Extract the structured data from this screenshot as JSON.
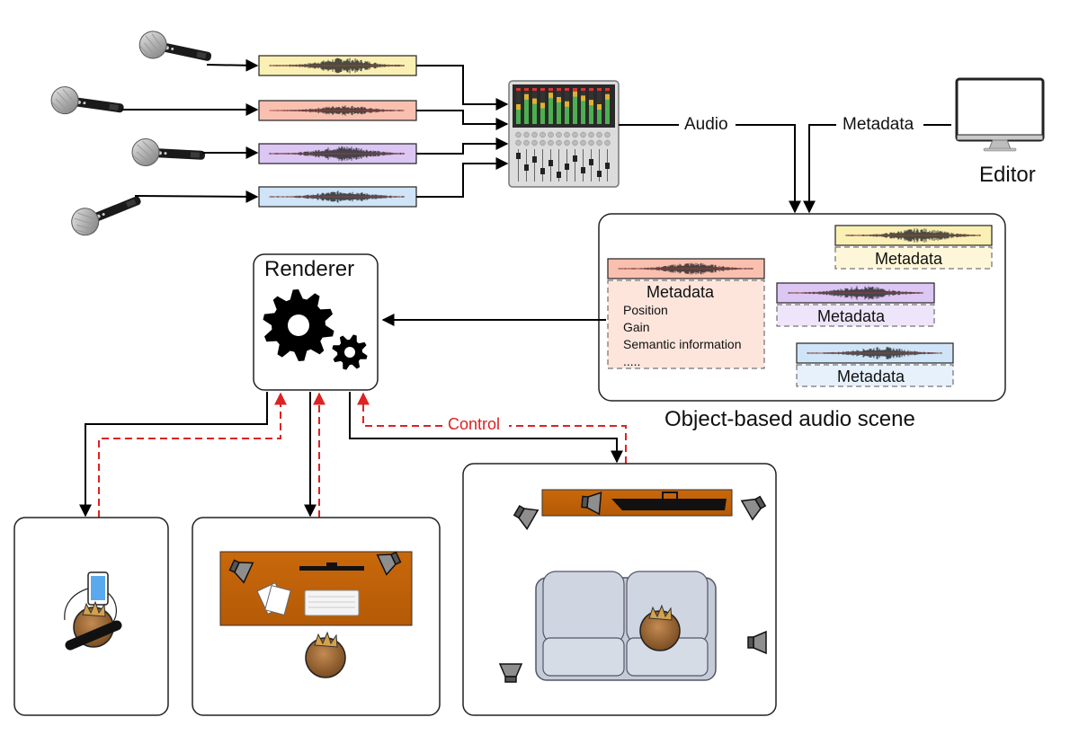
{
  "labels": {
    "audio": "Audio",
    "metadata_link": "Metadata",
    "editor": "Editor",
    "renderer": "Renderer",
    "scene_caption": "Object-based audio scene",
    "control": "Control"
  },
  "scene": {
    "red_object": {
      "title": "Metadata",
      "fields": [
        "Position",
        "Gain",
        "Semantic information",
        "....."
      ]
    },
    "yellow_object": {
      "title": "Metadata"
    },
    "purple_object": {
      "title": "Metadata"
    },
    "blue_object": {
      "title": "Metadata"
    }
  },
  "colors": {
    "track_yellow": "#fbf0b4",
    "track_red": "#f9c0b0",
    "track_purple": "#dcc6f3",
    "track_blue": "#cfe4f7",
    "control_line": "#dd2222",
    "desk": "#c9680b",
    "sofa": "#c4ccd8"
  },
  "icons": [
    "microphone-icon",
    "mixing-console-icon",
    "monitor-icon",
    "large-gear-icon",
    "small-gear-icon",
    "tablet-icon",
    "headphones-icon",
    "speaker-icon",
    "soundbar-icon",
    "keyboard-icon",
    "sofa-icon",
    "listener-head-icon"
  ]
}
